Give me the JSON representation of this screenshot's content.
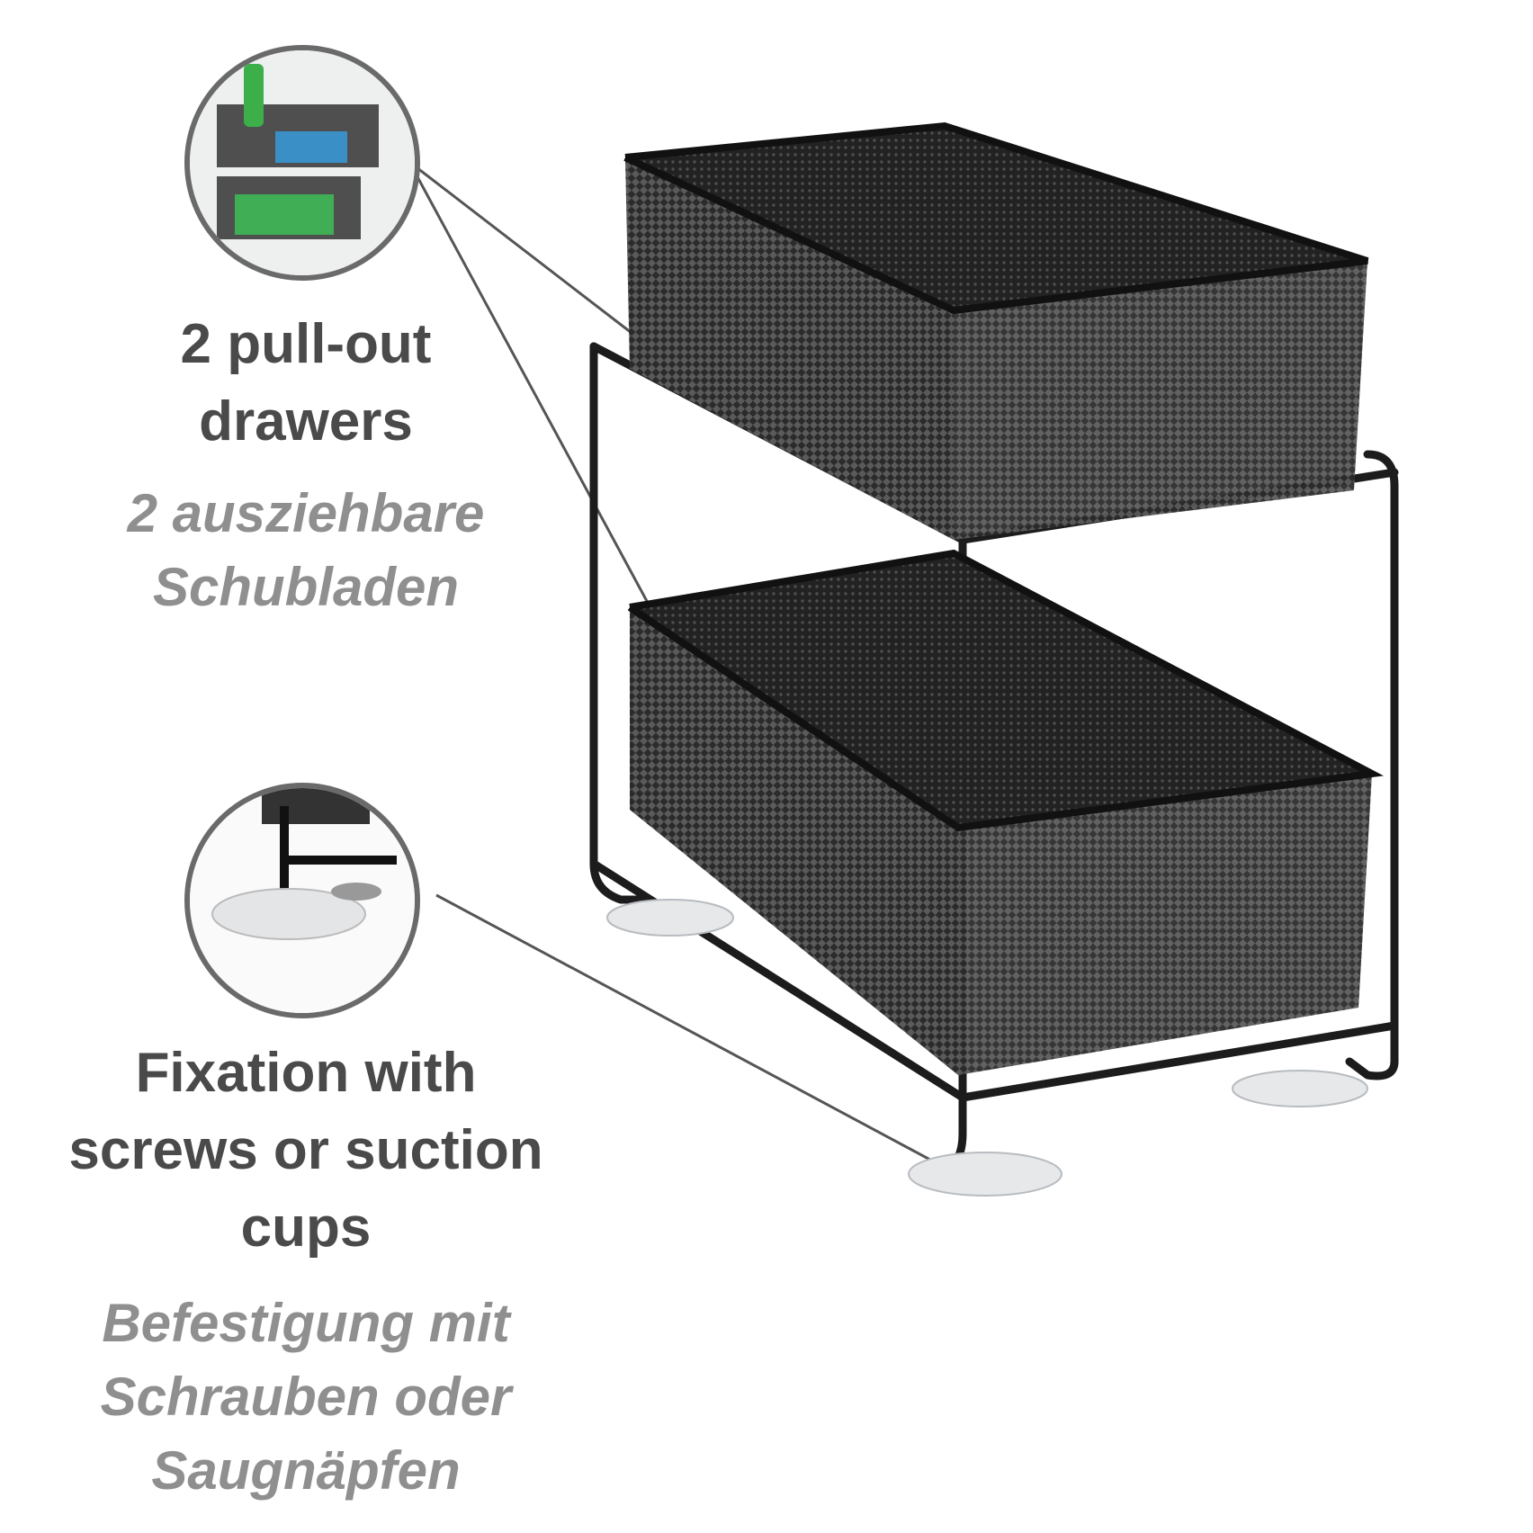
{
  "callouts": {
    "drawers": {
      "title_line1": "2 pull-out",
      "title_line2": "drawers",
      "subtitle_line1": "2 ausziehbare",
      "subtitle_line2": "Schubladen"
    },
    "fixation": {
      "title_line1": "Fixation with",
      "title_line2": "screws or suction",
      "title_line3": "cups",
      "subtitle_line1": "Befestigung mit",
      "subtitle_line2": "Schrauben oder",
      "subtitle_line3": "Saugnäpfen"
    }
  },
  "colors": {
    "heading": "#4a4a4a",
    "subheading": "#8f8f8f",
    "rack": "#1c1c1c",
    "leader_line": "#555555"
  },
  "icons": {
    "drawer_detail": "drawer-detail-photo",
    "suction_detail": "suction-cup-detail-photo",
    "product": "two-tier-mesh-drawer-rack"
  }
}
